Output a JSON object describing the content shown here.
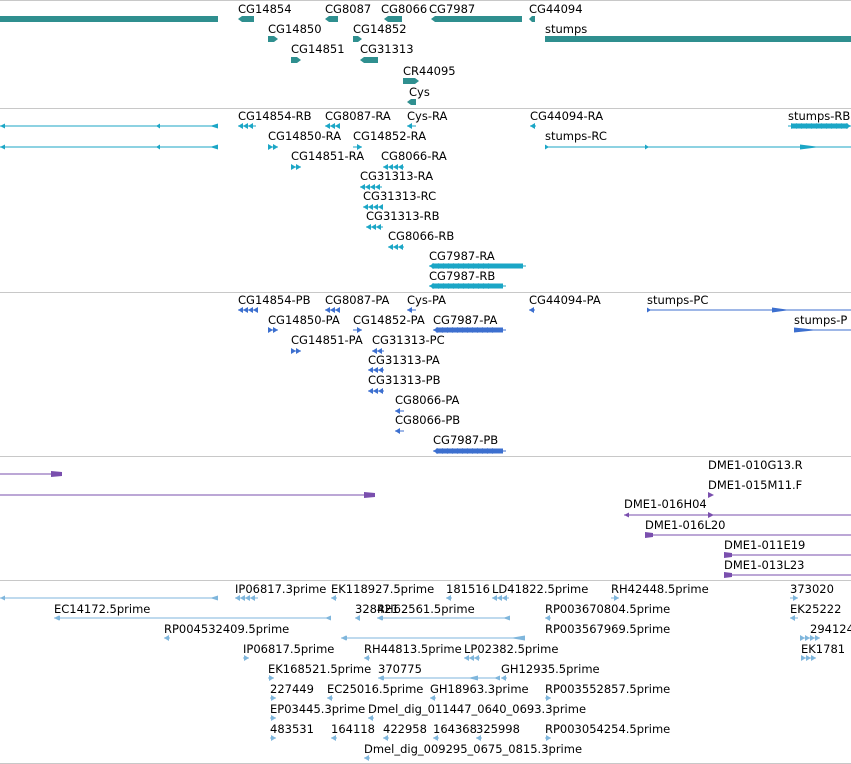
{
  "colors": {
    "genes": "#2f8f8f",
    "transcripts": "#1ba6c6",
    "proteins": "#3c6fcf",
    "clones": "#7a4fae",
    "ests": "#7fb6dc",
    "separator": "#c8c8c8"
  },
  "tracks": [
    {
      "id": "genes",
      "features": [
        {
          "name": "gene-bar-left",
          "label": ""
        },
        {
          "name": "gene-cg14854",
          "label": "CG14854"
        },
        {
          "name": "gene-cg8087",
          "label": "CG8087"
        },
        {
          "name": "gene-cg8066",
          "label": "CG8066"
        },
        {
          "name": "gene-cg7987",
          "label": "CG7987"
        },
        {
          "name": "gene-cg44094",
          "label": "CG44094"
        },
        {
          "name": "gene-cg14850",
          "label": "CG14850"
        },
        {
          "name": "gene-cg14852",
          "label": "CG14852"
        },
        {
          "name": "gene-stumps",
          "label": "stumps"
        },
        {
          "name": "gene-cg14851",
          "label": "CG14851"
        },
        {
          "name": "gene-cg31313",
          "label": "CG31313"
        },
        {
          "name": "gene-cr44095",
          "label": "CR44095"
        },
        {
          "name": "gene-cys",
          "label": "Cys"
        }
      ]
    },
    {
      "id": "transcripts",
      "features": [
        {
          "name": "transcript-left-1",
          "label": ""
        },
        {
          "name": "transcript-left-2",
          "label": ""
        },
        {
          "name": "transcript-cg14854-rb",
          "label": "CG14854-RB"
        },
        {
          "name": "transcript-cg8087-ra",
          "label": "CG8087-RA"
        },
        {
          "name": "transcript-cys-ra",
          "label": "Cys-RA"
        },
        {
          "name": "transcript-cg44094-ra",
          "label": "CG44094-RA"
        },
        {
          "name": "transcript-stumps-rb",
          "label": "stumps-RB"
        },
        {
          "name": "transcript-cg14850-ra",
          "label": "CG14850-RA"
        },
        {
          "name": "transcript-cg14852-ra",
          "label": "CG14852-RA"
        },
        {
          "name": "transcript-stumps-rc",
          "label": "stumps-RC"
        },
        {
          "name": "transcript-cg14851-ra",
          "label": "CG14851-RA"
        },
        {
          "name": "transcript-cg8066-ra",
          "label": "CG8066-RA"
        },
        {
          "name": "transcript-cg31313-ra",
          "label": "CG31313-RA"
        },
        {
          "name": "transcript-cg31313-rc",
          "label": "CG31313-RC"
        },
        {
          "name": "transcript-cg31313-rb",
          "label": "CG31313-RB"
        },
        {
          "name": "transcript-cg8066-rb",
          "label": "CG8066-RB"
        },
        {
          "name": "transcript-cg7987-ra",
          "label": "CG7987-RA"
        },
        {
          "name": "transcript-cg7987-rb",
          "label": "CG7987-RB"
        }
      ]
    },
    {
      "id": "proteins",
      "features": [
        {
          "name": "protein-cg14854-pb",
          "label": "CG14854-PB"
        },
        {
          "name": "protein-cg8087-pa",
          "label": "CG8087-PA"
        },
        {
          "name": "protein-cys-pa",
          "label": "Cys-PA"
        },
        {
          "name": "protein-cg44094-pa",
          "label": "CG44094-PA"
        },
        {
          "name": "protein-stumps-pc",
          "label": "stumps-PC"
        },
        {
          "name": "protein-cg14850-pa",
          "label": "CG14850-PA"
        },
        {
          "name": "protein-cg14852-pa",
          "label": "CG14852-PA"
        },
        {
          "name": "protein-cg7987-pa",
          "label": "CG7987-PA"
        },
        {
          "name": "protein-stumps-p-cut",
          "label": "stumps-P"
        },
        {
          "name": "protein-cg14851-pa",
          "label": "CG14851-PA"
        },
        {
          "name": "protein-cg31313-pc",
          "label": "CG31313-PC"
        },
        {
          "name": "protein-cg31313-pa",
          "label": "CG31313-PA"
        },
        {
          "name": "protein-cg31313-pb",
          "label": "CG31313-PB"
        },
        {
          "name": "protein-cg8066-pa",
          "label": "CG8066-PA"
        },
        {
          "name": "protein-cg8066-pb",
          "label": "CG8066-PB"
        },
        {
          "name": "protein-cg7987-pb",
          "label": "CG7987-PB"
        }
      ]
    },
    {
      "id": "clones",
      "features": [
        {
          "name": "clone-left-1",
          "label": ""
        },
        {
          "name": "clone-left-2",
          "label": ""
        },
        {
          "name": "clone-dme1-010g13-r",
          "label": "DME1-010G13.R"
        },
        {
          "name": "clone-dme1-015m11-f",
          "label": "DME1-015M11.F"
        },
        {
          "name": "clone-dme1-016h04",
          "label": "DME1-016H04"
        },
        {
          "name": "clone-dme1-016l20",
          "label": "DME1-016L20"
        },
        {
          "name": "clone-dme1-011e19",
          "label": "DME1-011E19"
        },
        {
          "name": "clone-dme1-013l23",
          "label": "DME1-013L23"
        }
      ]
    },
    {
      "id": "ests",
      "features": [
        {
          "name": "est-left-1",
          "label": ""
        },
        {
          "name": "est-ip06817-3prime",
          "label": "IP06817.3prime"
        },
        {
          "name": "est-ek118927-5prime",
          "label": "EK118927.5prime"
        },
        {
          "name": "est-181516",
          "label": "181516"
        },
        {
          "name": "est-ld41822-5prime",
          "label": "LD41822.5prime"
        },
        {
          "name": "est-rh42448-5prime",
          "label": "RH42448.5prime"
        },
        {
          "name": "est-373020",
          "label": "373020"
        },
        {
          "name": "est-ec14172-5prime",
          "label": "EC14172.5prime"
        },
        {
          "name": "est-328421",
          "label": "328421"
        },
        {
          "name": "est-rh62561-5prime",
          "label": "RH62561.5prime"
        },
        {
          "name": "est-rp003670804-5prime",
          "label": "RP003670804.5prime"
        },
        {
          "name": "est-ek25222-cut",
          "label": "EK25222"
        },
        {
          "name": "est-rp004532409-5prime",
          "label": "RP004532409.5prime"
        },
        {
          "name": "est-rp003567969-5prime",
          "label": "RP003567969.5prime"
        },
        {
          "name": "est-294124-cut",
          "label": "294124"
        },
        {
          "name": "est-ip06817-5prime",
          "label": "IP06817.5prime"
        },
        {
          "name": "est-rh44813-5prime",
          "label": "RH44813.5prime"
        },
        {
          "name": "est-lp02382-5prime",
          "label": "LP02382.5prime"
        },
        {
          "name": "est-ek1781-cut",
          "label": "EK1781"
        },
        {
          "name": "est-ek168521-5prime",
          "label": "EK168521.5prime"
        },
        {
          "name": "est-370775",
          "label": "370775"
        },
        {
          "name": "est-gh12935-5prime",
          "label": "GH12935.5prime"
        },
        {
          "name": "est-227449",
          "label": "227449"
        },
        {
          "name": "est-ec25016-5prime",
          "label": "EC25016.5prime"
        },
        {
          "name": "est-gh18963-3prime",
          "label": "GH18963.3prime"
        },
        {
          "name": "est-rp003552857-5prime",
          "label": "RP003552857.5prime"
        },
        {
          "name": "est-ep03445-3prime",
          "label": "EP03445.3prime"
        },
        {
          "name": "est-dmel-dig-011447",
          "label": "Dmel_dig_011447_0640_0693.3prime"
        },
        {
          "name": "est-483531",
          "label": "483531"
        },
        {
          "name": "est-164118",
          "label": "164118"
        },
        {
          "name": "est-422958",
          "label": "422958"
        },
        {
          "name": "est-164368",
          "label": "164368"
        },
        {
          "name": "est-325998",
          "label": "325998"
        },
        {
          "name": "est-rp003054254-5prime",
          "label": "RP003054254.5prime"
        },
        {
          "name": "est-dmel-dig-009295",
          "label": "Dmel_dig_009295_0675_0815.3prime"
        }
      ]
    }
  ]
}
